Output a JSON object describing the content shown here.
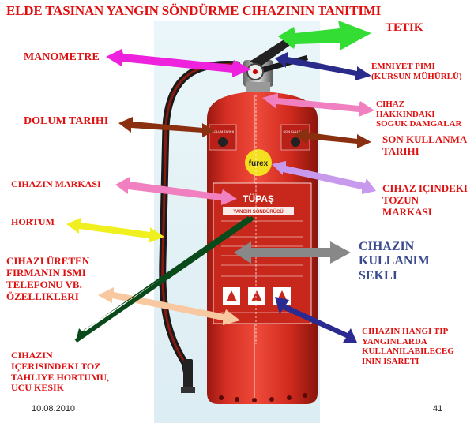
{
  "title": "ELDE TASINAN YANGIN SÖNDÜRME CIHAZININ TANITIMI",
  "labels": {
    "tetik": "TETIK",
    "manometre": "MANOMETRE",
    "emniyet_pimi": [
      "EMNIYET PIMI",
      "(KURSUN MÜHÜRLÜ)"
    ],
    "cihaz_hakkindaki": [
      "CIHAZ",
      "HAKKINDAKI",
      "SOGUK DAMGALAR"
    ],
    "dolum_tarihi": "DOLUM TARIHI",
    "son_kullanma": [
      "SON KULLANMA",
      "TARIHI"
    ],
    "cihazin_markasi": "CIHAZIN  MARKASI",
    "cihaz_icindeki": [
      "CIHAZ IÇINDEKI",
      "TOZUN",
      "MARKASI"
    ],
    "hortum": "HORTUM",
    "cihazin_kullanim": [
      "CIHAZIN",
      "KULLANIM",
      "SEKLI"
    ],
    "ureten_firma": [
      "CIHAZI ÜRETEN",
      "FIRMANIN ISMI",
      "TELEFONU VB.",
      "ÖZELLIKLERI"
    ],
    "hangi_tip": [
      "CIHAZIN HANGI TIP",
      "YANGINLARDA",
      "KULLANILABILECEG",
      "ININ ISARETI"
    ],
    "tahliye": [
      "CIHAZIN",
      "IÇERISINDEKI TOZ",
      "TAHLIYE HORTUMU,",
      "UCU KESIK"
    ]
  },
  "extinguisher": {
    "body_color": "#d42a1e",
    "brand_label": "TÜPAŞ",
    "sub_label": "YANGIN SÖNDÜRÜCÜ",
    "powder_brand": "furex",
    "left_tag": "DOLUM TARIHI",
    "right_tag": "SON KULLANMA"
  },
  "footer": {
    "date": "10.08.2010",
    "page": "41"
  },
  "colors": {
    "label_red": "#e01010",
    "label_blue": "#3a4a8c",
    "arrow_green": "#33dd33",
    "arrow_magenta": "#ee22dd",
    "arrow_navy": "#2a2a8a",
    "arrow_pink": "#f080c0",
    "arrow_brown": "#8a3010",
    "arrow_lilac": "#c89aee",
    "arrow_yellow": "#f0f020",
    "arrow_gray": "#888888",
    "arrow_peach": "#f8c8a0",
    "arrow_darkgreen": "#0a4a1a",
    "arrow_blue": "#2a2a90"
  }
}
